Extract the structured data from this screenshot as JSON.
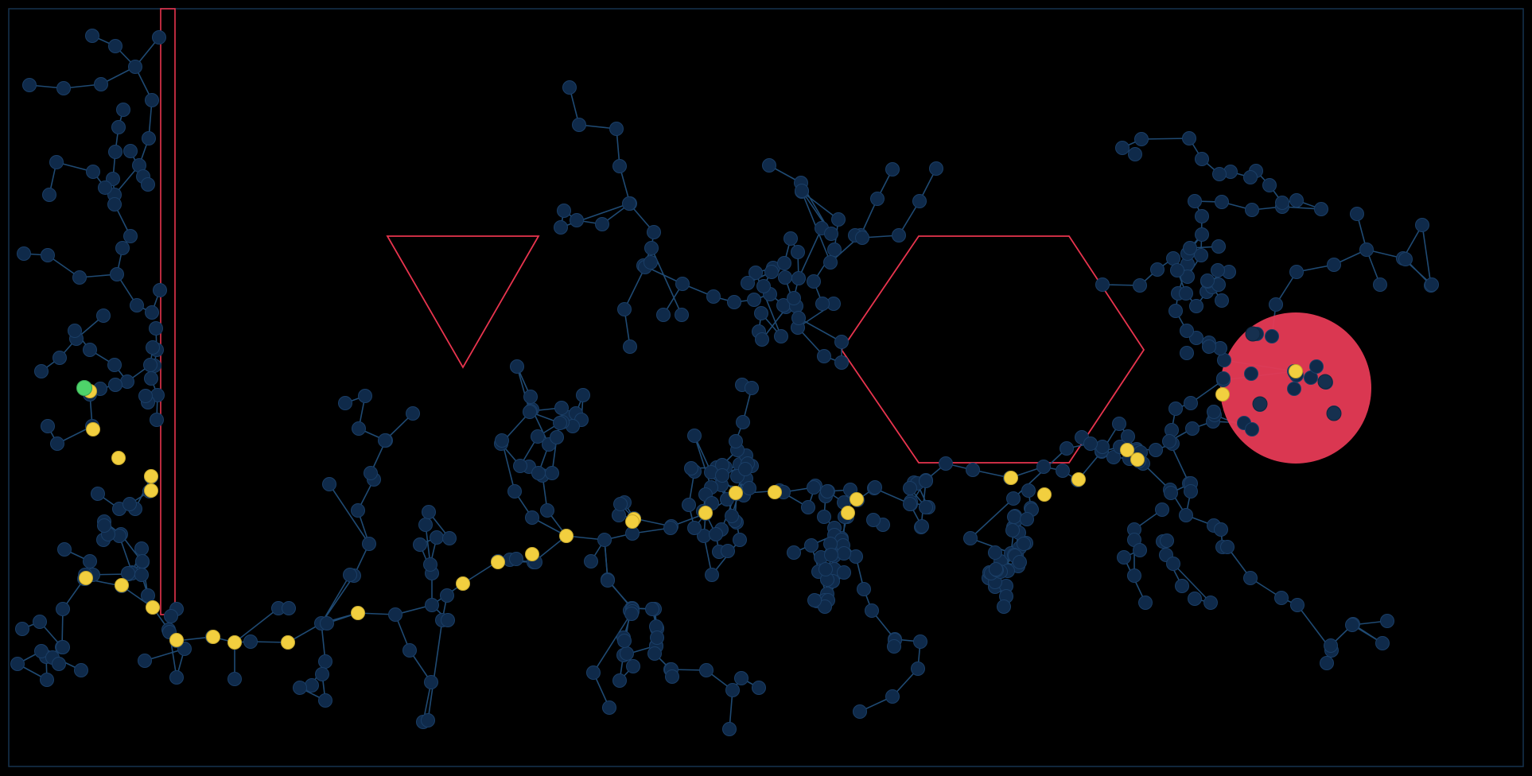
{
  "colors": {
    "background": "#000000",
    "frame": "#16324f",
    "edge": "#1f4a73",
    "node_fill": "#0f2a4a",
    "node_stroke": "#1a3e66",
    "path_node": "#f2cf3f",
    "start_node": "#4ed36a",
    "obstacle_stroke": "#e8344e",
    "goal_fill": "#e63a55"
  },
  "scene": {
    "title": "",
    "start_node_label": "start",
    "goal_label": "goal",
    "obstacle_labels": [
      "wall",
      "triangle",
      "hexagon"
    ]
  },
  "tree": {
    "node_count": 318,
    "path_node_count": 31
  }
}
